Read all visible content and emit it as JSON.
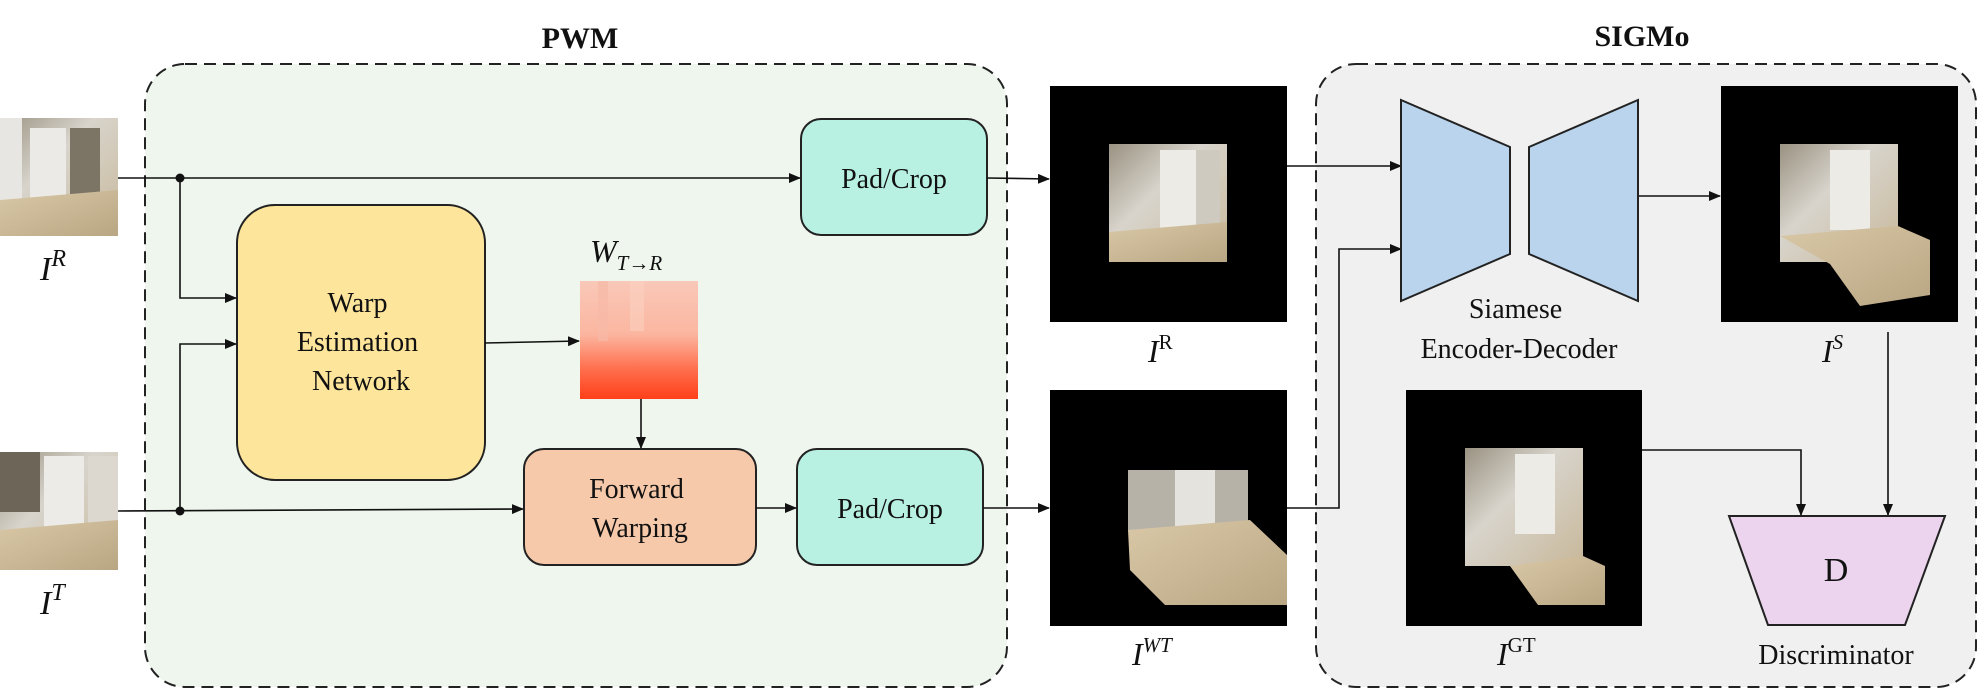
{
  "sections": {
    "pwm": "PWM",
    "sigmo": "SIGMo"
  },
  "modules": {
    "warp_net": [
      "Warp",
      "Estimation",
      "Network"
    ],
    "fwd_warp": [
      "Forward",
      "Warping"
    ],
    "pad_crop": "Pad/Crop",
    "siamese": [
      "Siamese",
      "Encoder-Decoder"
    ],
    "disc_letter": "D",
    "disc_label": "Discriminator"
  },
  "labels": {
    "ir_in": {
      "base": "I",
      "sup": "R"
    },
    "it_in": {
      "base": "I",
      "sup": "T"
    },
    "warp_field": {
      "base": "W",
      "sub": "T→R"
    },
    "ir_out": {
      "base": "I",
      "sup": "R"
    },
    "iwt_out": {
      "base": "I",
      "sup": "WT"
    },
    "is_out": {
      "base": "I",
      "sup": "S"
    },
    "igt": {
      "base": "I",
      "sup": "GT"
    }
  },
  "colors": {
    "pwm_bg": "#eef6ee",
    "sigmo_bg": "#f0f0f0",
    "warp_net": "#fde59b",
    "fwd_warp": "#f6c9aa",
    "pad_crop": "#b8f1e2",
    "siamese": "#b9d4ec",
    "discriminator": "#ecd4ee"
  }
}
